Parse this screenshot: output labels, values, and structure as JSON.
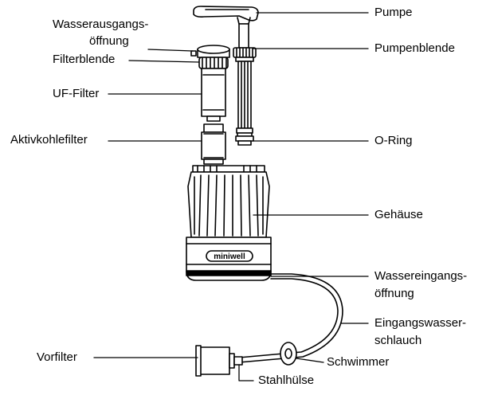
{
  "labels": {
    "water_outlet_line1": "Wasserausgangs-",
    "water_outlet_line2": "öffnung",
    "filter_cap": "Filterblende",
    "uf_filter": "UF-Filter",
    "carbon_filter": "Aktivkohlefilter",
    "prefilter": "Vorfilter",
    "pump": "Pumpe",
    "pump_cap": "Pumpenblende",
    "o_ring": "O-Ring",
    "housing": "Gehäuse",
    "water_inlet_line1": "Wassereingangs-",
    "water_inlet_line2": "öffnung",
    "inlet_hose_line1": "Eingangswasser-",
    "inlet_hose_line2": "schlauch",
    "float": "Schwimmer",
    "steel_sleeve": "Stahlhülse",
    "brand": "miniwell"
  }
}
